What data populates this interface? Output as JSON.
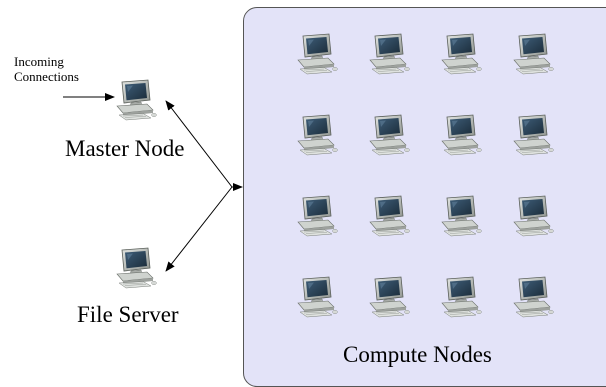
{
  "labels": {
    "incoming": "Incoming\nConnections",
    "incoming_line1": "Incoming",
    "incoming_line2": "Connections",
    "master": "Master Node",
    "file_server": "File Server",
    "compute": "Compute Nodes"
  },
  "icons": {
    "master": "computer-icon",
    "file_server": "computer-icon",
    "compute": "computer-icon"
  },
  "compute_grid": {
    "rows": 4,
    "cols": 4
  },
  "colors": {
    "cluster_fill": "#e3e3f8",
    "cluster_border": "#555555",
    "monitor_body": "#bfc3bf",
    "screen": "#2c4458",
    "arrow": "#000000"
  }
}
